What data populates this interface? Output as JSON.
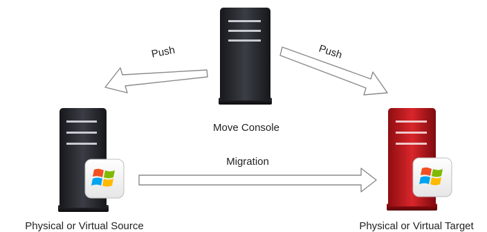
{
  "nodes": {
    "console": {
      "label": "Move Console",
      "color": "#2b2d33"
    },
    "source": {
      "label": "Physical or Virtual Source",
      "color": "#2b2d33",
      "badge_icon": "windows-flag-icon"
    },
    "target": {
      "label": "Physical or Virtual Target",
      "color": "#c0161b",
      "badge_icon": "windows-flag-icon"
    }
  },
  "edges": {
    "push_left": {
      "label": "Push",
      "from": "Move Console",
      "to": "Physical or Virtual Source"
    },
    "push_right": {
      "label": "Push",
      "from": "Move Console",
      "to": "Physical or Virtual Target"
    },
    "migration": {
      "label": "Migration",
      "from": "Physical or Virtual Source",
      "to": "Physical or Virtual Target"
    }
  }
}
